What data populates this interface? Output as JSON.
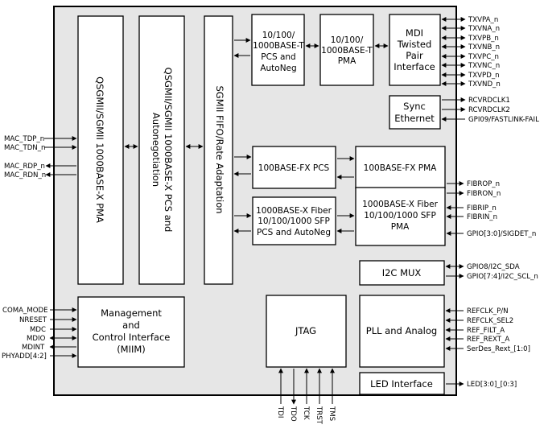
{
  "blocks": {
    "sgmii_pma": "QSGMII/SGMII 1000BASE-X PMA",
    "sgmii_pcs": [
      "QSGMII/SGMII 1000BASE-X PCS and",
      "Autonegotiation"
    ],
    "fifo": "SGMII FIFO/Rate Adaptation",
    "t_pcs": [
      "10/100/",
      "1000BASE-T",
      "PCS and",
      "AutoNeg"
    ],
    "t_pma": [
      "10/100/",
      "1000BASE-T",
      "PMA"
    ],
    "mdi": [
      "MDI",
      "Twisted",
      "Pair",
      "Interface"
    ],
    "sync": [
      "Sync",
      "Ethernet"
    ],
    "fx_pcs": "100BASE-FX PCS",
    "fx_pma": "100BASE-FX PMA",
    "fiber_pcs": [
      "1000BASE-X Fiber",
      "10/100/1000 SFP",
      "PCS and AutoNeg"
    ],
    "fiber_pma": [
      "1000BASE-X Fiber",
      "10/100/1000 SFP",
      "PMA"
    ],
    "i2c": "I2C MUX",
    "mgmt": [
      "Management",
      "and",
      "Control Interface",
      "(MIIM)"
    ],
    "jtag": "JTAG",
    "pll": "PLL and Analog",
    "led": "LED Interface"
  },
  "pins": {
    "mac": [
      "MAC_TDP_n",
      "MAC_TDN_n",
      "MAC_RDP_n",
      "MAC_RDN_n"
    ],
    "mgmt": [
      "COMA_MODE",
      "NRESET",
      "MDC",
      "MDIO",
      "MDINT",
      "PHYADD[4:2]"
    ],
    "mdi": [
      "TXVPA_n",
      "TXVNA_n",
      "TXVPB_n",
      "TXVNB_n",
      "TXVPC_n",
      "TXVNC_n",
      "TXVPD_n",
      "TXVND_n"
    ],
    "sync": [
      "RCVRDCLK1",
      "RCVRDCLK2",
      "GPI09/FASTLINK-FAIL"
    ],
    "fiber": [
      "FIBROP_n",
      "FIBRON_n",
      "FIBRIP_n",
      "FIBRIN_n",
      "GPIO[3:0]/SIGDET_n"
    ],
    "i2c": [
      "GPIO8/I2C_SDA",
      "GPIO[7:4]/I2C_SCL_n"
    ],
    "pll": [
      "REFCLK_P/N",
      "REFCLK_SEL2",
      "REF_FILT_A",
      "REF_REXT_A",
      "SerDes_Rext_[1:0]"
    ],
    "led": [
      "LED[3:0]_[0:3]"
    ],
    "jtag": [
      "TDI",
      "TDO",
      "TCK",
      "TRST",
      "TMS"
    ]
  }
}
